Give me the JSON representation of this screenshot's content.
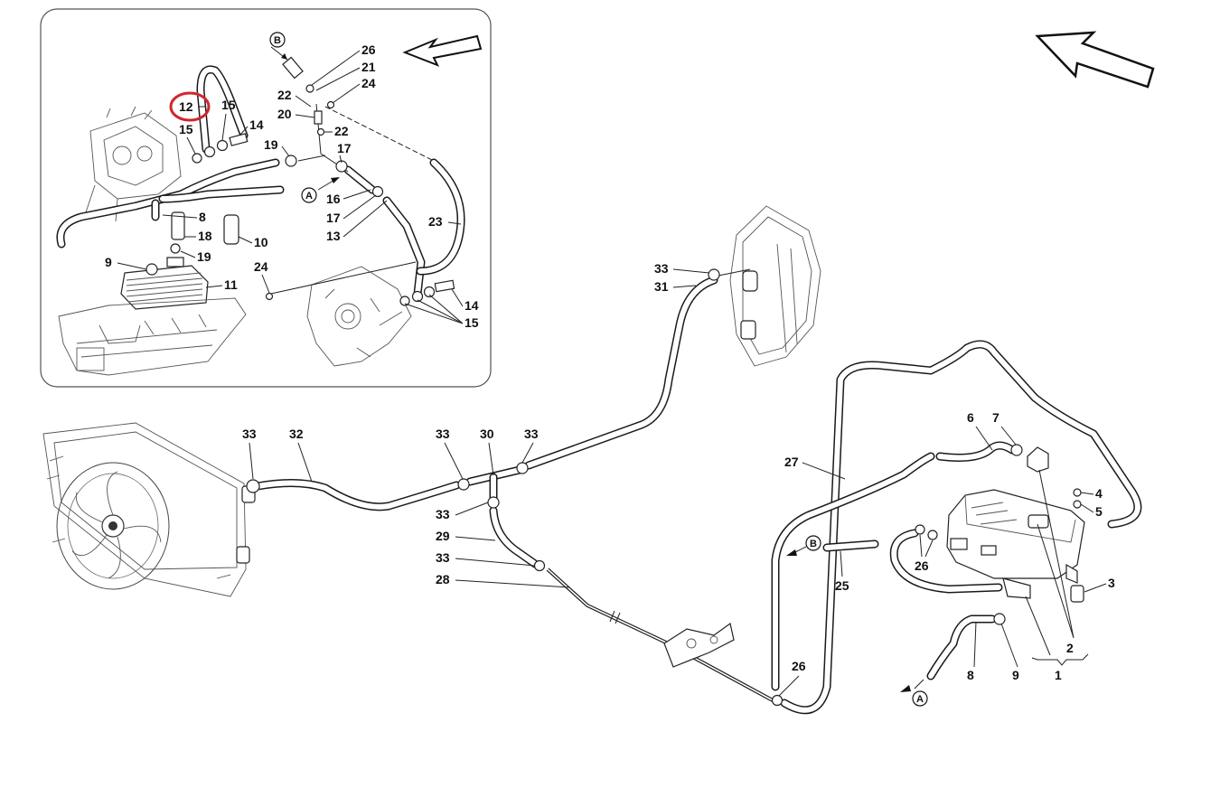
{
  "highlight": {
    "color": "#d0262d",
    "label": "12"
  },
  "inset_labels": [
    "26",
    "21",
    "24",
    "22",
    "20",
    "22",
    "15",
    "14",
    "15",
    "19",
    "17",
    "16",
    "17",
    "13",
    "23",
    "8",
    "18",
    "10",
    "19",
    "9",
    "11",
    "24",
    "14",
    "15"
  ],
  "main_labels": [
    "33",
    "31",
    "33",
    "32",
    "33",
    "30",
    "33",
    "33",
    "29",
    "33",
    "28",
    "27",
    "6",
    "7",
    "4",
    "5",
    "3",
    "26",
    "25",
    "26",
    "8",
    "9",
    "2",
    "1"
  ],
  "callouts": {
    "a": "A",
    "b": "B"
  }
}
